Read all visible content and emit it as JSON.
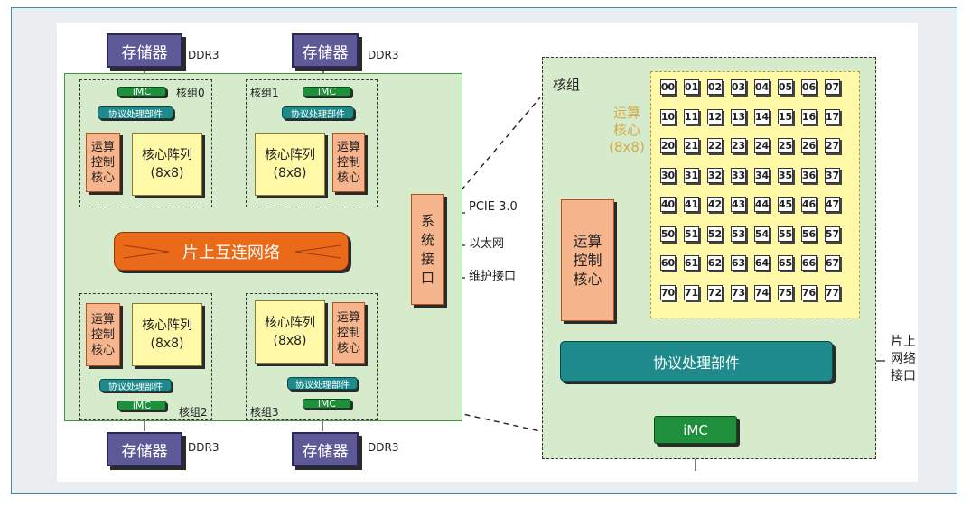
{
  "memory_label": "存储器",
  "ddr_label": "DDR3",
  "imc_label": "iMC",
  "protocol_label": "协议处理部件",
  "control_core_label": "运算\n控制\n核心",
  "core_array_label": "核心阵列\n(8x8)",
  "groups": [
    "核组0",
    "核组1",
    "核组2",
    "核组3"
  ],
  "noc_label": "片上互连网络",
  "system_interface_label": "系\n统\n接\n口",
  "interfaces": [
    "PCIE 3.0",
    "以太网",
    "维护接口"
  ],
  "detail": {
    "title": "核组",
    "compute_core_label": "运算\n核心\n(8x8)",
    "control_core_label": "运算\n控制\n核心",
    "protocol_label": "协议处理部件",
    "imc_label": "iMC",
    "noc_interface_label": "片上\n网络\n接口"
  },
  "core_ids": [
    [
      "00",
      "01",
      "02",
      "03",
      "04",
      "05",
      "06",
      "07"
    ],
    [
      "10",
      "11",
      "12",
      "13",
      "14",
      "15",
      "16",
      "17"
    ],
    [
      "20",
      "21",
      "22",
      "23",
      "24",
      "25",
      "26",
      "27"
    ],
    [
      "30",
      "31",
      "32",
      "33",
      "34",
      "35",
      "36",
      "37"
    ],
    [
      "40",
      "41",
      "42",
      "43",
      "44",
      "45",
      "46",
      "47"
    ],
    [
      "50",
      "51",
      "52",
      "53",
      "54",
      "55",
      "56",
      "57"
    ],
    [
      "60",
      "61",
      "62",
      "63",
      "64",
      "65",
      "66",
      "67"
    ],
    [
      "70",
      "71",
      "72",
      "73",
      "74",
      "75",
      "76",
      "77"
    ]
  ],
  "colors": {
    "memory": "#5e5a98",
    "group_bg": "#d6ebcb",
    "imc": "#1e8f3a",
    "protocol": "#1f8a8c",
    "control_core": "#f7b58e",
    "core_array": "#fff9a8",
    "noc": "#ea6a1a",
    "compute_core_text": "#d4a94a"
  }
}
